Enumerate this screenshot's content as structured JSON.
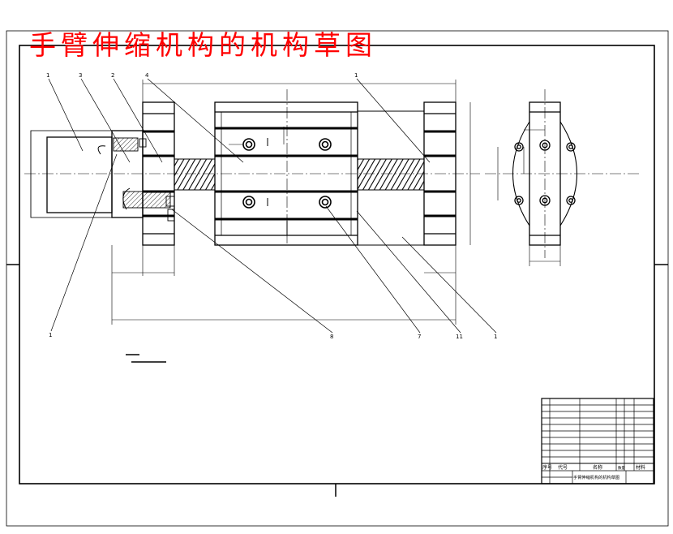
{
  "title": "手臂伸缩机构的机构草图",
  "balloons": [
    "1",
    "3",
    "2",
    "4",
    "1",
    "1",
    "8",
    "7",
    "11",
    "1"
  ],
  "colors": {
    "title": "#ff0000",
    "line": "#000000",
    "paper": "#ffffff"
  },
  "title_block": {
    "col_headers": [
      "序号",
      "代号",
      "名称",
      "数量",
      "材料"
    ],
    "drawing_name": "手臂伸缩机构的机构草图"
  }
}
